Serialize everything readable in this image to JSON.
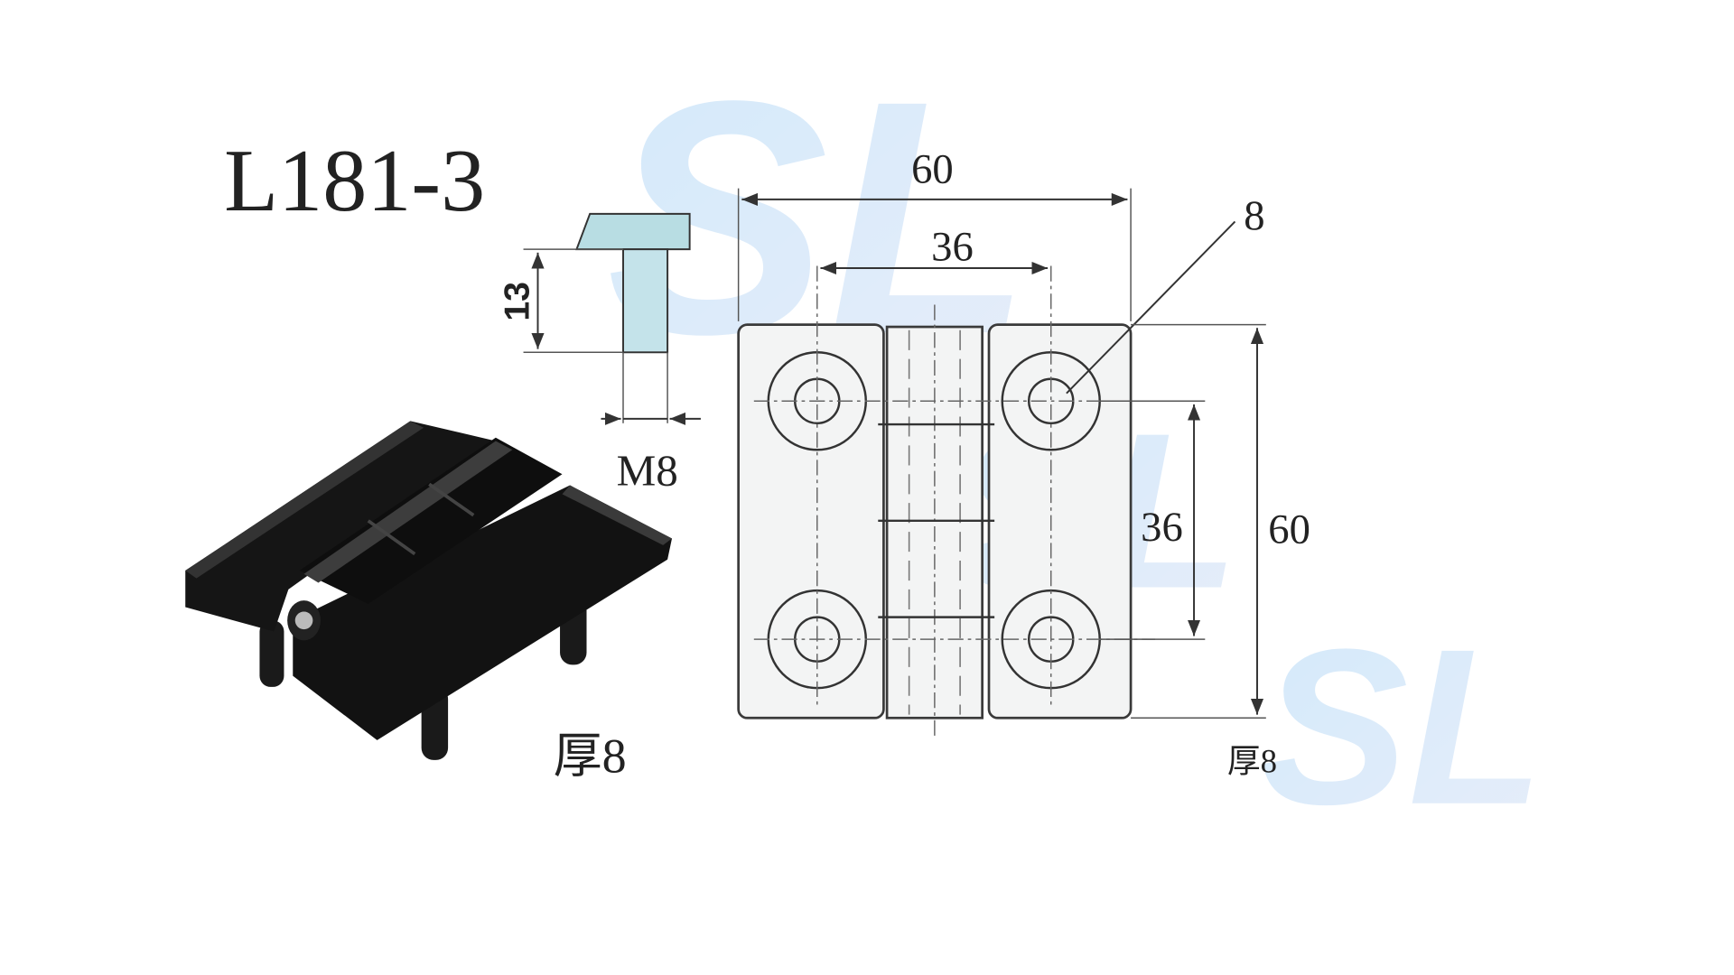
{
  "title": "L181-3",
  "watermark": "SL",
  "photo": {
    "thickness_label": "厚8"
  },
  "side_view": {
    "height_label": "13",
    "thread_label": "M8"
  },
  "front_view": {
    "width_label": "60",
    "hole_spacing_h_label": "36",
    "hole_dia_label": "8",
    "hole_spacing_v_label": "36",
    "height_label": "60",
    "thickness_label": "厚8"
  },
  "colors": {
    "watermark": "#8fc3ee",
    "part_fill": "#f3f4f4",
    "profile_fill": "#b8dde3",
    "hinge_black": "#141414"
  }
}
